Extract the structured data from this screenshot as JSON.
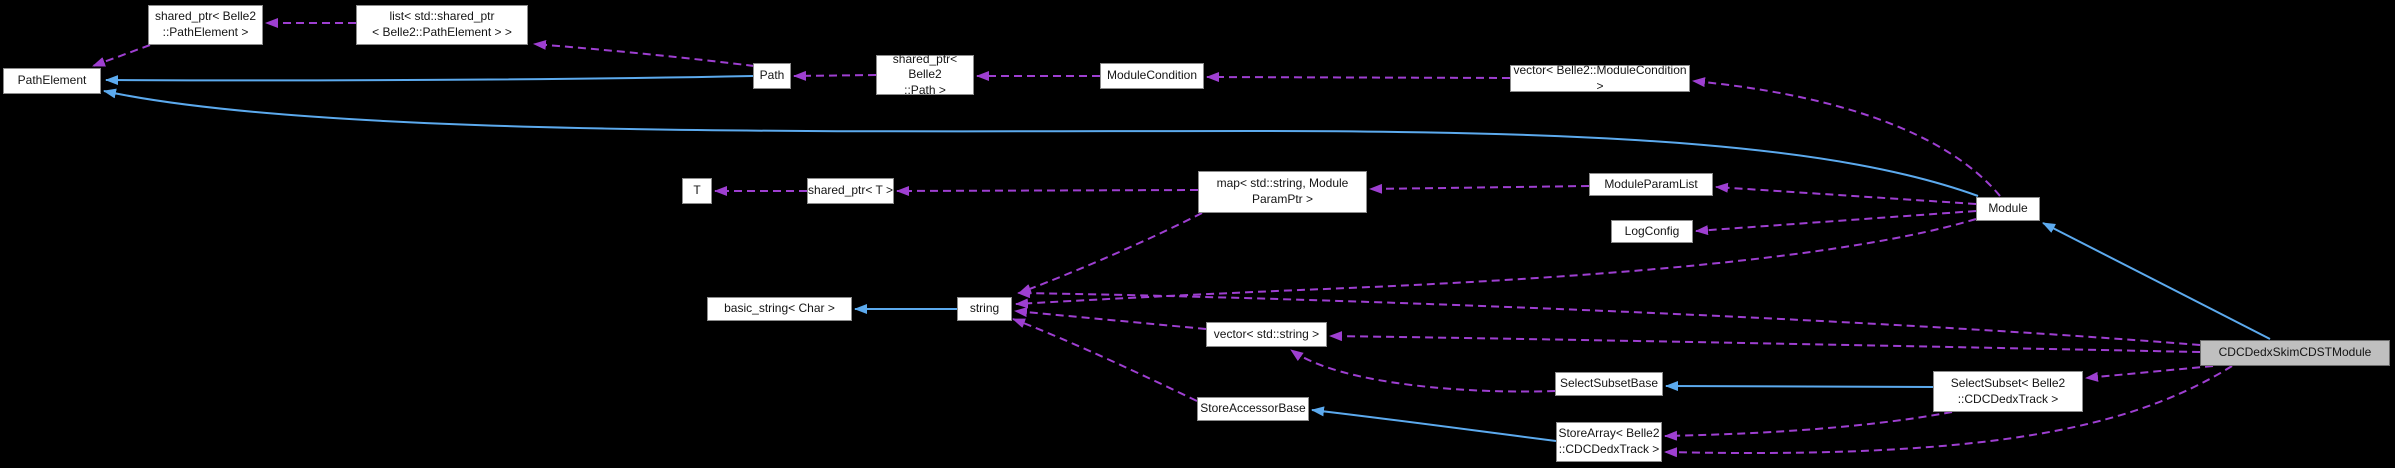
{
  "colors": {
    "background": "#000000",
    "node_fill": "#ffffff",
    "node_border": "#8c8c8c",
    "main_node_fill": "#bfbfbf",
    "main_node_border": "#6e6e6e",
    "text": "#141414",
    "inherit_edge": "#5caaee",
    "usage_edge": "#9e3fd1"
  },
  "nodes": {
    "sp_pathelement": {
      "label": "shared_ptr< Belle2\n::PathElement >"
    },
    "list_sp_pathelement": {
      "label": "list< std::shared_ptr\n< Belle2::PathElement > >"
    },
    "pathelement": {
      "label": "PathElement"
    },
    "path": {
      "label": "Path"
    },
    "sp_path": {
      "label": "shared_ptr< Belle2\n::Path >"
    },
    "modulecondition": {
      "label": "ModuleCondition"
    },
    "vec_modulecondition": {
      "label": "vector< Belle2::ModuleCondition >"
    },
    "t": {
      "label": "T"
    },
    "sp_t": {
      "label": "shared_ptr< T >"
    },
    "map_moduleparamptr": {
      "label": "map< std::string, Module\nParamPtr >"
    },
    "moduleparamlist": {
      "label": "ModuleParamList"
    },
    "logconfig": {
      "label": "LogConfig"
    },
    "module": {
      "label": "Module"
    },
    "basic_string_char": {
      "label": "basic_string< Char >"
    },
    "string": {
      "label": "string"
    },
    "vec_string": {
      "label": "vector< std::string >"
    },
    "selectsubsetbase": {
      "label": "SelectSubsetBase"
    },
    "storeaccessorbase": {
      "label": "StoreAccessorBase"
    },
    "storearray": {
      "label": "StoreArray< Belle2\n::CDCDedxTrack >"
    },
    "selectsubset": {
      "label": "SelectSubset< Belle2\n::CDCDedxTrack >"
    },
    "cdcdedxskimcdstmodule": {
      "label": "CDCDedxSkimCDSTModule"
    }
  },
  "edges": [
    {
      "from": "Path",
      "to": "PathElement",
      "type": "inheritance"
    },
    {
      "from": "Module",
      "to": "PathElement",
      "type": "inheritance"
    },
    {
      "from": "CDCDedxSkimCDSTModule",
      "to": "Module",
      "type": "inheritance"
    },
    {
      "from": "string",
      "to": "basic_string< Char >",
      "type": "inheritance"
    },
    {
      "from": "StoreArray< Belle2::CDCDedxTrack >",
      "to": "StoreAccessorBase",
      "type": "inheritance"
    },
    {
      "from": "SelectSubset< Belle2::CDCDedxTrack >",
      "to": "SelectSubsetBase",
      "type": "inheritance"
    },
    {
      "from": "shared_ptr< Belle2::PathElement >",
      "to": "PathElement",
      "type": "usage"
    },
    {
      "from": "list< std::shared_ptr< Belle2::PathElement > >",
      "to": "shared_ptr< Belle2::PathElement >",
      "type": "usage"
    },
    {
      "from": "Path",
      "to": "list< std::shared_ptr< Belle2::PathElement > >",
      "type": "usage"
    },
    {
      "from": "shared_ptr< Belle2::Path >",
      "to": "Path",
      "type": "usage"
    },
    {
      "from": "ModuleCondition",
      "to": "shared_ptr< Belle2::Path >",
      "type": "usage"
    },
    {
      "from": "vector< Belle2::ModuleCondition >",
      "to": "ModuleCondition",
      "type": "usage"
    },
    {
      "from": "Module",
      "to": "vector< Belle2::ModuleCondition >",
      "type": "usage"
    },
    {
      "from": "Module",
      "to": "ModuleParamList",
      "type": "usage"
    },
    {
      "from": "Module",
      "to": "LogConfig",
      "type": "usage"
    },
    {
      "from": "Module",
      "to": "string",
      "type": "usage"
    },
    {
      "from": "ModuleParamList",
      "to": "map< std::string, ModuleParamPtr >",
      "type": "usage"
    },
    {
      "from": "map< std::string, ModuleParamPtr >",
      "to": "shared_ptr< T >",
      "type": "usage"
    },
    {
      "from": "map< std::string, ModuleParamPtr >",
      "to": "string",
      "type": "usage"
    },
    {
      "from": "shared_ptr< T >",
      "to": "T",
      "type": "usage"
    },
    {
      "from": "vector< std::string >",
      "to": "string",
      "type": "usage"
    },
    {
      "from": "StoreAccessorBase",
      "to": "string",
      "type": "usage"
    },
    {
      "from": "SelectSubsetBase",
      "to": "vector< std::string >",
      "type": "usage"
    },
    {
      "from": "CDCDedxSkimCDSTModule",
      "to": "vector< std::string >",
      "type": "usage"
    },
    {
      "from": "CDCDedxSkimCDSTModule",
      "to": "string",
      "type": "usage"
    },
    {
      "from": "CDCDedxSkimCDSTModule",
      "to": "SelectSubset< Belle2::CDCDedxTrack >",
      "type": "usage"
    },
    {
      "from": "CDCDedxSkimCDSTModule",
      "to": "StoreArray< Belle2::CDCDedxTrack >",
      "type": "usage"
    },
    {
      "from": "SelectSubset< Belle2::CDCDedxTrack >",
      "to": "StoreArray< Belle2::CDCDedxTrack >",
      "type": "usage"
    }
  ]
}
